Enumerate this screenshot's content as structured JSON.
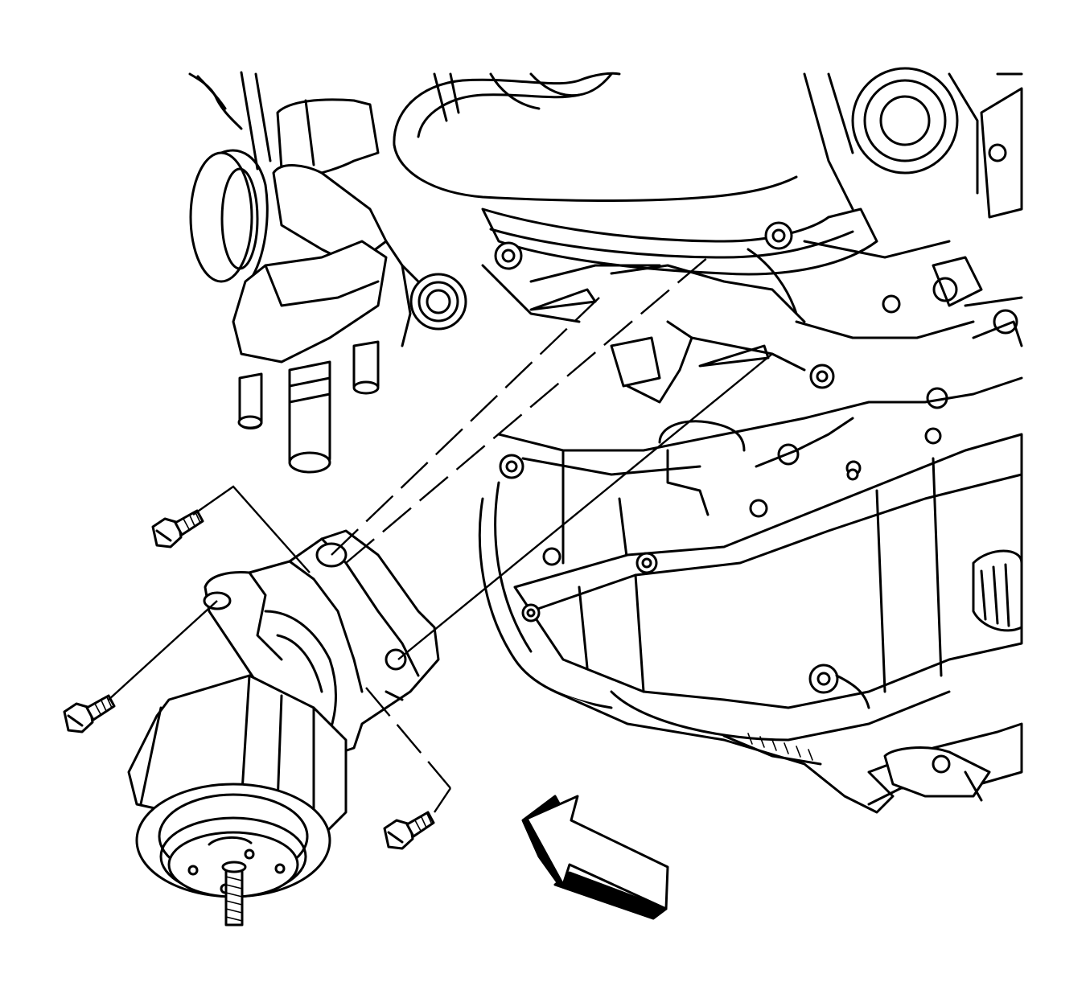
{
  "figure": {
    "background": "#ffffff",
    "line_color": "#000000",
    "parts": [
      "engine-block",
      "coolant-outlet-housing",
      "oil-pan",
      "engine-mount-bracket",
      "engine-mount",
      "mount-bolt",
      "view-direction-arrow"
    ]
  }
}
